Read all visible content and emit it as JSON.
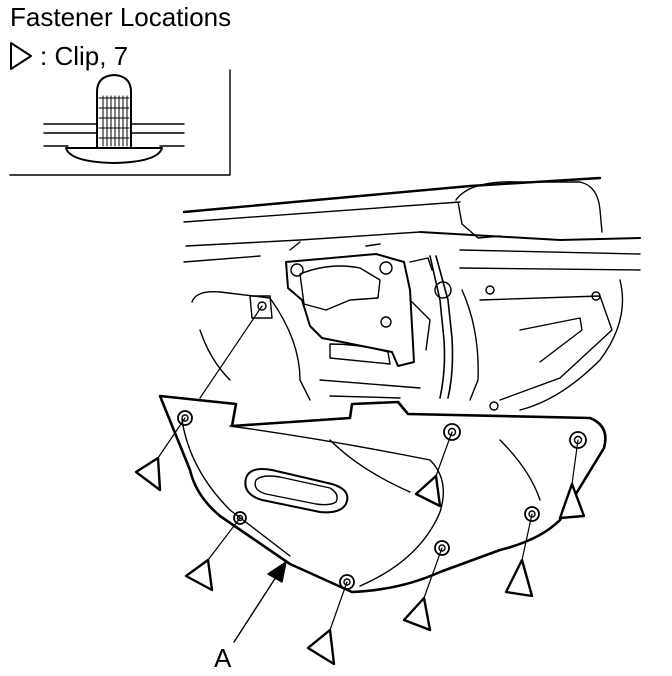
{
  "title": "Fastener Locations",
  "legend": {
    "symbol": "clip-triangle-icon",
    "label": ": Clip, 7"
  },
  "callout": {
    "label": "A"
  },
  "clip_count": 7
}
